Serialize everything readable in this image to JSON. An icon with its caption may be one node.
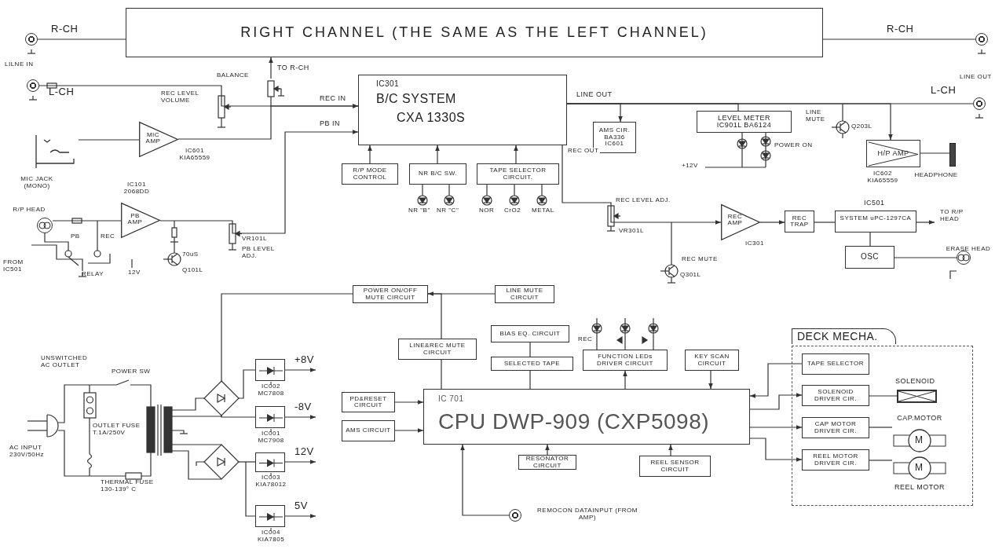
{
  "diagram": {
    "nodes": [
      {
        "text": [],
        "shape": "circle"
      },
      {
        "text": [
          "RIGHT CHANNEL (THE SAME AS THE LEFT CHANNEL)"
        ]
      },
      {
        "text": [],
        "shape": "circle"
      },
      {
        "text": [],
        "shape": "circle"
      },
      {
        "text": [
          "IC301",
          "B/C SYSTEM",
          "CXA 1330S"
        ]
      },
      {
        "text": [],
        "shape": "circle"
      },
      {
        "text": [
          "AMS CIR.",
          "BA336 IC601"
        ]
      },
      {
        "text": [
          "LEVEL METER",
          "IC901L BA6124"
        ]
      },
      {
        "text": [
          "MIC AMP"
        ],
        "beside": [
          "IC601 KIA65559"
        ]
      },
      {
        "text": [],
        "shape": "jack",
        "beside": [
          "MIC JACK (MONO)"
        ]
      },
      {
        "text": [
          "H/P AMP"
        ],
        "beside": [
          "IC602 KIA65559"
        ]
      },
      {
        "text": [],
        "shape": "bar",
        "beside": [
          "HEADPHONE"
        ]
      },
      {
        "text": [
          "R/P MODE CONTROL"
        ]
      },
      {
        "text": [
          "NR B/C SW."
        ]
      },
      {
        "text": [
          "TAPE SELECTOR CIRCUIT."
        ]
      },
      {
        "text": [
          "PB AMP"
        ],
        "beside": [
          "IC101 2068DD"
        ]
      },
      {
        "text": [],
        "shape": "circle",
        "beside": [
          "R/P HEAD"
        ]
      },
      {
        "text": [
          "REC AMP"
        ],
        "beside": [
          "IC301"
        ]
      },
      {
        "text": [
          "REC TRAP"
        ]
      },
      {
        "text": [
          "IC501",
          "SYSTEM uPC-1297CA"
        ]
      },
      {
        "text": [
          "OSC"
        ]
      },
      {
        "text": [],
        "shape": "circle",
        "beside": [
          "ERASE HEAD"
        ]
      },
      {
        "text": [
          "POWER ON/OFF MUTE CIRCUIT"
        ]
      },
      {
        "text": [
          "LINE MUTE CIRCUIT"
        ]
      },
      {
        "text": [
          "BIAS EQ. CIRCUIT"
        ]
      },
      {
        "text": [
          "LINE&REC MUTE CIRCUIT"
        ]
      },
      {
        "text": [
          "SELECTED TAPE"
        ]
      },
      {
        "text": [
          "FUNCTION LEDs DRIVER CIRCUIT"
        ]
      },
      {
        "text": [
          "KEY SCAN CIRCUIT"
        ]
      },
      {
        "text": [
          "DECK MECHA."
        ]
      },
      {
        "text": [
          "TAPE SELECTOR"
        ],
        "in": 29
      },
      {
        "text": [
          "SOLENOID DRIVER CIR."
        ],
        "in": 29
      },
      {
        "text": [
          "SOLENOID"
        ],
        "in": 29
      },
      {
        "text": [
          "CAP MOTOR DRIVER CIR."
        ],
        "in": 29
      },
      {
        "text": [
          "CAP.MOTOR",
          "M"
        ],
        "in": 29
      },
      {
        "text": [
          "REEL MOTOR DRIVER CIR."
        ],
        "in": 29
      },
      {
        "text": [
          "M",
          "REEL MOTOR"
        ],
        "in": 29
      },
      {
        "text": [
          "PD&RESET CIRCUIT"
        ]
      },
      {
        "text": [
          "IC 701",
          "CPU DWP-909 (CXP5098)"
        ]
      },
      {
        "text": [
          "AMS CIRCUIT"
        ]
      },
      {
        "text": [],
        "shape": "box",
        "beside": [
          "IC002 MC7808"
        ]
      },
      {
        "text": [],
        "shape": "box",
        "beside": [
          "IC001 MC7908"
        ]
      },
      {
        "text": [
          "RESONATOR CIRCUIT"
        ]
      },
      {
        "text": [
          "REEL SENSOR CIRCUIT"
        ]
      },
      {
        "text": [],
        "shape": "box",
        "beside": [
          "IC003 KIA78012"
        ]
      },
      {
        "text": [],
        "shape": "circle",
        "beside": [
          "REMOCON DATAINPUT (FROM AMP)"
        ]
      },
      {
        "text": [],
        "shape": "box",
        "beside": [
          "IC004 KIA7805"
        ]
      }
    ],
    "edges": [
      {
        "from": 0,
        "to": 1,
        "arrow": "none",
        "label": "R-CH"
      },
      {
        "from": 1,
        "to": 2,
        "arrow": "none",
        "label": "R-CH"
      },
      {
        "from": null,
        "to": 1,
        "arrow": "to",
        "label": "TO R-CH"
      },
      {
        "from": 3,
        "to": 4,
        "arrow": "to",
        "label": "REC IN"
      },
      {
        "from": 8,
        "to": 4,
        "arrow": "to"
      },
      {
        "from": 9,
        "to": 8,
        "arrow": "none"
      },
      {
        "from": 4,
        "to": 5,
        "arrow": "none",
        "label": "LINE OUT"
      },
      {
        "from": 4,
        "to": 6,
        "arrow": "to"
      },
      {
        "from": 4,
        "to": 7,
        "arrow": "none"
      },
      {
        "from": 4,
        "to": 10,
        "arrow": "to"
      },
      {
        "from": 10,
        "to": 11,
        "arrow": "none"
      },
      {
        "from": 12,
        "to": 4,
        "arrow": "to"
      },
      {
        "from": 13,
        "to": 4,
        "arrow": "to"
      },
      {
        "from": 14,
        "to": 4,
        "arrow": "to"
      },
      {
        "from": 16,
        "to": 15,
        "arrow": "none"
      },
      {
        "from": 15,
        "to": 4,
        "arrow": "to",
        "label": "PB IN"
      },
      {
        "from": 4,
        "to": 17,
        "arrow": "to",
        "label": "REC OUT"
      },
      {
        "from": 17,
        "to": 18,
        "arrow": "to"
      },
      {
        "from": 18,
        "to": 19,
        "arrow": "none"
      },
      {
        "from": 19,
        "to": null,
        "arrow": "to",
        "label": "TO R/P HEAD"
      },
      {
        "from": 19,
        "to": 20,
        "arrow": "none"
      },
      {
        "from": 20,
        "to": 21,
        "arrow": "none"
      },
      {
        "from": 22,
        "to": null,
        "arrow": "none"
      },
      {
        "from": 23,
        "to": 22,
        "arrow": "to"
      },
      {
        "from": 25,
        "to": 22,
        "arrow": "none"
      },
      {
        "from": 38,
        "to": 25,
        "arrow": "none"
      },
      {
        "from": 24,
        "to": 26,
        "arrow": "none"
      },
      {
        "from": 26,
        "to": 38,
        "arrow": "none"
      },
      {
        "from": 38,
        "to": 27,
        "arrow": "to"
      },
      {
        "from": 28,
        "to": 38,
        "arrow": "to"
      },
      {
        "from": 30,
        "to": 38,
        "arrow": "to"
      },
      {
        "from": 38,
        "to": 31,
        "arrow": "to"
      },
      {
        "from": 38,
        "to": 33,
        "arrow": "to"
      },
      {
        "from": 38,
        "to": 35,
        "arrow": "to"
      },
      {
        "from": 31,
        "to": 32,
        "arrow": "none"
      },
      {
        "from": 33,
        "to": 34,
        "arrow": "none"
      },
      {
        "from": 35,
        "to": 36,
        "arrow": "none"
      },
      {
        "from": 37,
        "to": 38,
        "arrow": "to"
      },
      {
        "from": 39,
        "to": 38,
        "arrow": "to"
      },
      {
        "from": 42,
        "to": 38,
        "arrow": "to"
      },
      {
        "from": 43,
        "to": 38,
        "arrow": "to"
      },
      {
        "from": 45,
        "to": 38,
        "arrow": "to"
      },
      {
        "from": 40,
        "to": null,
        "arrow": "to",
        "label": "+8V"
      },
      {
        "from": 41,
        "to": null,
        "arrow": "to",
        "label": "-8V"
      },
      {
        "from": 44,
        "to": null,
        "arrow": "to",
        "label": "12V"
      },
      {
        "from": 46,
        "to": null,
        "arrow": "to",
        "label": "5V"
      }
    ],
    "labels": [
      "LILNE IN",
      "L-CH",
      "BALANCE",
      "REC LEVEL VOLUME",
      "LINE OUT",
      "L-CH",
      "LINE MUTE",
      "Q203L",
      "POWER ON",
      "+12V",
      "NR \"B\"",
      "NR \"C\"",
      "NOR",
      "CrO2",
      "METAL",
      "PB",
      "REC",
      "FROM IC501",
      "RELAY",
      "12V",
      "70uS",
      "Q101L",
      "VR101L",
      "PB LEVEL ADJ.",
      "REC LEVEL ADJ.",
      "VR301L",
      "REC MUTE",
      "Q301L",
      "REC",
      "UNSWITCHED AC OUTLET",
      "POWER SW",
      "OUTLET FUSE T.1A/250V",
      "AC INPUT 230V/50Hz",
      "THERMAL FUSE 130-139° C"
    ]
  }
}
